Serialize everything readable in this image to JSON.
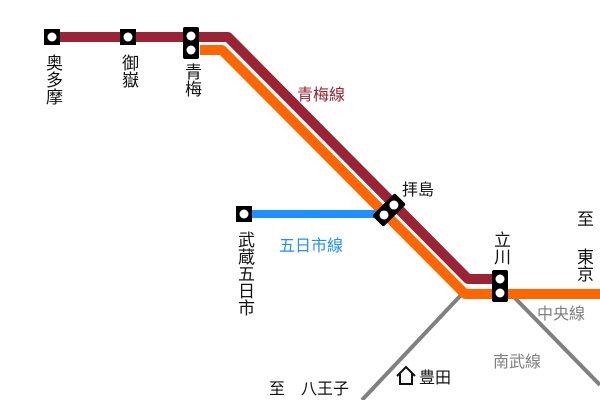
{
  "colors": {
    "ome_line": "#9b2335",
    "chuo_line": "#ff6600",
    "itsukaichi_line": "#1e90ff",
    "nambu_line": "#808080",
    "station_fill": "#000000",
    "station_dot": "#ffffff"
  },
  "lines": {
    "ome": "青梅線",
    "itsukaichi": "五日市線",
    "chuo": "中央線",
    "nambu": "南武線"
  },
  "stations": {
    "okutama": "奥多摩",
    "mitake": "御嶽",
    "ome": "青梅",
    "haijima": "拝島",
    "musashi_itsukaichi": "武蔵五日市",
    "tachikawa": "立川",
    "toyoda": "豊田"
  },
  "directions": {
    "to_tokyo_prefix": "至",
    "to_tokyo": "東京",
    "to_hachioji": "至　八王子"
  },
  "icons": {
    "toyoda": "house-icon"
  }
}
